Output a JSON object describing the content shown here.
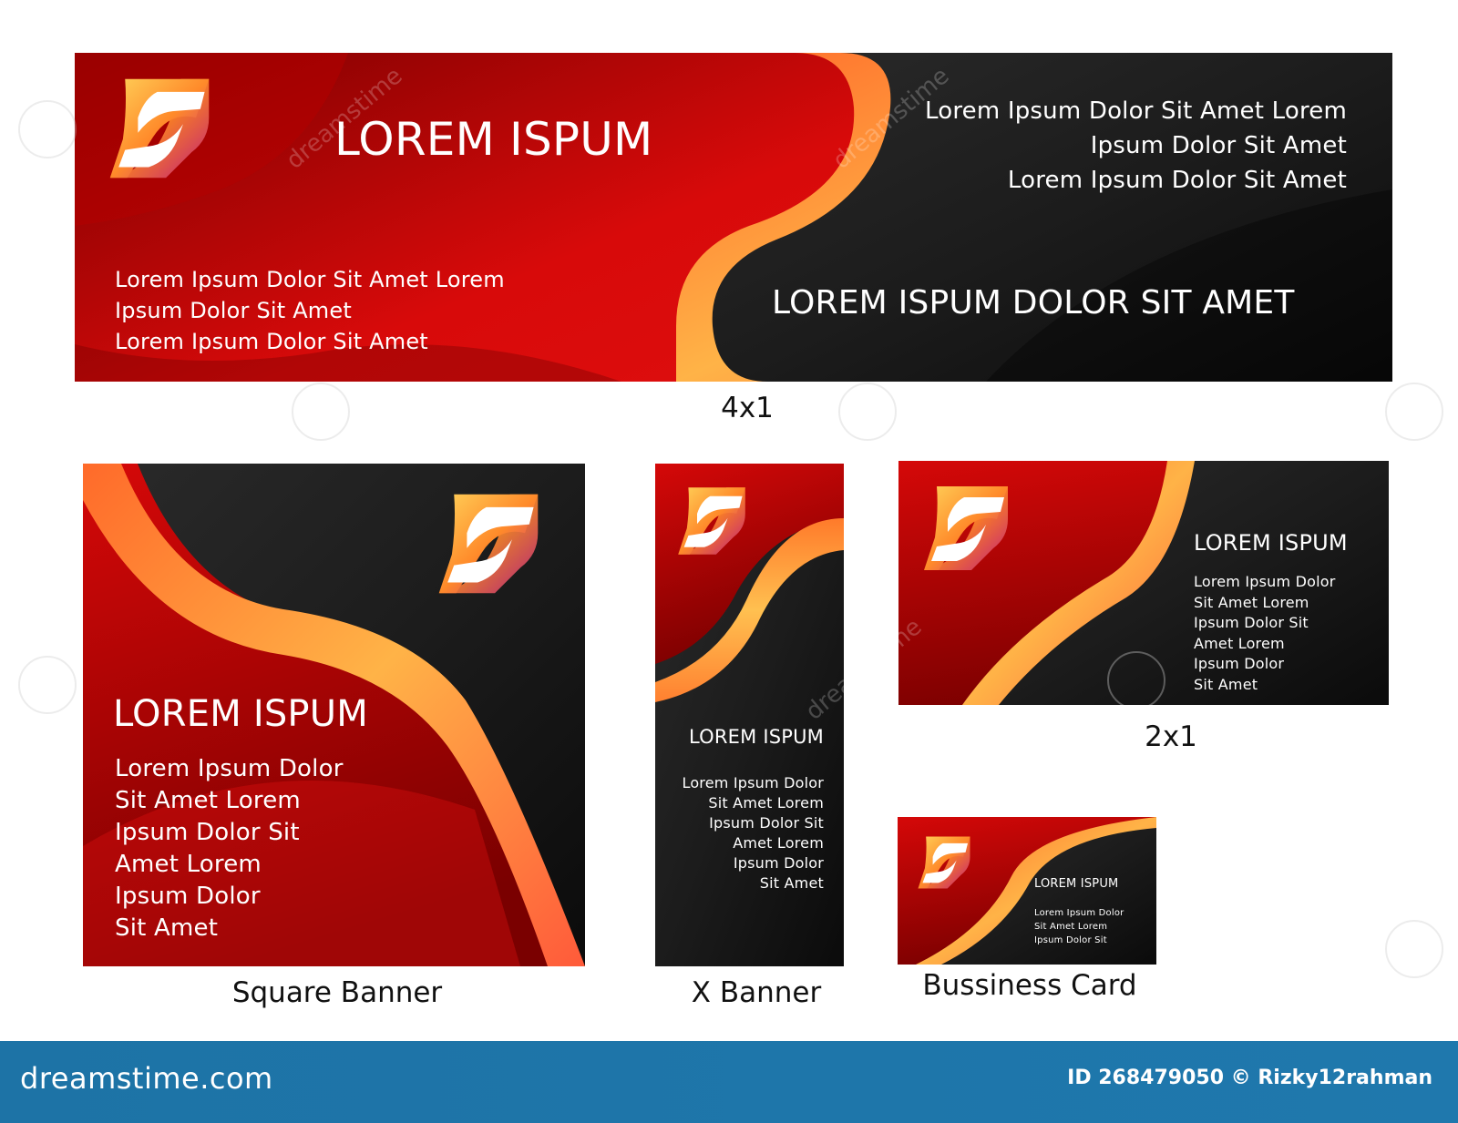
{
  "banner_4x1": {
    "title": "LOREM ISPUM",
    "left_lines": [
      "Lorem Ipsum Dolor Sit Amet Lorem",
      "Ipsum Dolor Sit Amet",
      "Lorem Ipsum Dolor Sit Amet"
    ],
    "right_lines": [
      "Lorem Ipsum Dolor Sit Amet Lorem",
      "Ipsum Dolor Sit Amet",
      "Lorem Ipsum Dolor Sit Amet"
    ],
    "tagline": "LOREM ISPUM DOLOR SIT AMET",
    "caption": "4x1"
  },
  "square_banner": {
    "title": "LOREM ISPUM",
    "lines": [
      "Lorem Ipsum Dolor",
      "Sit Amet Lorem",
      "Ipsum Dolor Sit",
      "Amet Lorem",
      "Ipsum Dolor",
      "Sit Amet"
    ],
    "caption": "Square Banner"
  },
  "x_banner": {
    "title": "LOREM ISPUM",
    "lines": [
      "Lorem Ipsum Dolor",
      "Sit Amet Lorem",
      "Ipsum Dolor Sit",
      "Amet Lorem",
      "Ipsum Dolor",
      "Sit Amet"
    ],
    "caption": "X Banner"
  },
  "banner_2x1": {
    "title": "LOREM ISPUM",
    "lines": [
      "Lorem Ipsum Dolor",
      "Sit Amet Lorem",
      "Ipsum Dolor Sit",
      "Amet Lorem",
      "Ipsum Dolor",
      "Sit Amet"
    ],
    "caption": "2x1"
  },
  "business_card": {
    "title": "LOREM ISPUM",
    "lines": [
      "Lorem Ipsum Dolor",
      "Sit Amet Lorem",
      "Ipsum Dolor Sit"
    ],
    "caption": "Bussiness Card"
  },
  "footer": {
    "brand": "dreamstime.com",
    "credit": "ID 268479050 © Rizky12rahman"
  },
  "watermark_text": "dreamstime",
  "icons": {
    "logo": "s-logo-icon",
    "watermark": "swirl-icon"
  },
  "colors": {
    "red": "#d10a0a",
    "dark_red": "#6e0000",
    "black": "#151515",
    "orange": "#ff8a2a",
    "yellow": "#ffd75a",
    "footer_blue": "#1d73a6"
  }
}
